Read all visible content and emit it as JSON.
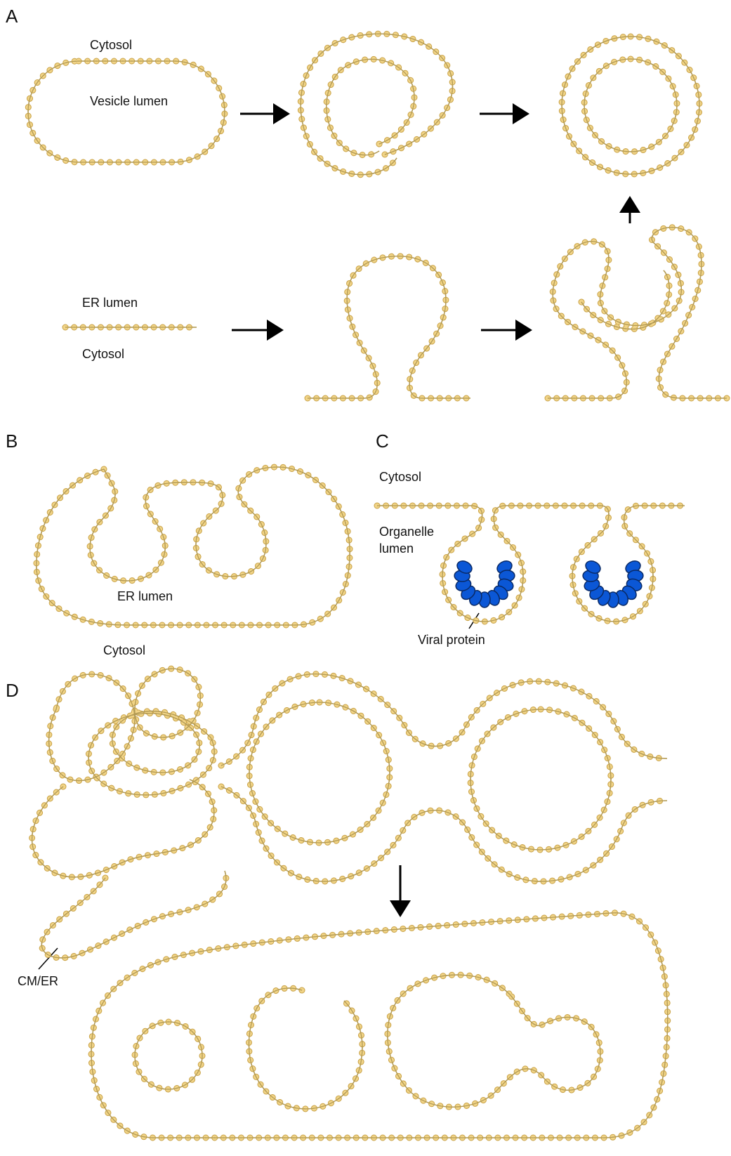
{
  "panels": {
    "a": {
      "letter": "A",
      "labels": {
        "cytosol_top": "Cytosol",
        "vesicle_lumen": "Vesicle lumen",
        "er_lumen": "ER lumen",
        "cytosol_bottom": "Cytosol"
      }
    },
    "b": {
      "letter": "B",
      "labels": {
        "er_lumen": "ER lumen",
        "cytosol": "Cytosol"
      }
    },
    "c": {
      "letter": "C",
      "labels": {
        "cytosol": "Cytosol",
        "organelle_line1": "Organelle",
        "organelle_line2": "lumen",
        "viral_protein": "Viral protein"
      }
    },
    "d": {
      "letter": "D",
      "labels": {
        "cm_er": "CM/ER"
      }
    }
  },
  "colors": {
    "lipid_head": "#f1d487",
    "lipid_head_outline": "#c9a34a",
    "lipid_tail": "#b29a55",
    "viral_protein": "#0b57d6",
    "arrow": "#000000"
  }
}
